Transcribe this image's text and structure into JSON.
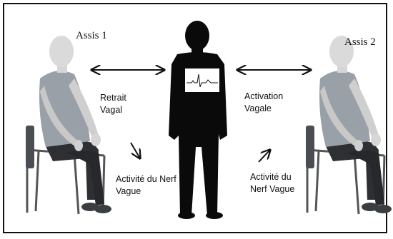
{
  "labels": {
    "sit1": "Assis 1",
    "sit2": "Assis 2",
    "withdrawal_line1": "Retrait",
    "withdrawal_line2": "Vagal",
    "activation_line1": "Activation",
    "activation_line2": "Vagale",
    "vagus_left_line1": "Activité du Nerf",
    "vagus_left_line2": "Vague",
    "vagus_right_line1": "Activité du",
    "vagus_right_line2": "Nerf Vague"
  },
  "icons": {
    "seated_left": "seated-mannequin-icon",
    "seated_right": "seated-mannequin-icon",
    "standing": "standing-silhouette-icon",
    "ecg": "ecg-trace-icon",
    "arrow_left_pair": "double-arrow-icon",
    "arrow_right_pair": "double-arrow-icon",
    "arrow_down": "arrow-down-right-icon",
    "arrow_up": "arrow-up-right-icon"
  },
  "colors": {
    "border": "#111111",
    "silhouette": "#0a0a0a",
    "shirt": "#9aa0a8",
    "pants": "#2d2f33",
    "skin": "#d6d6d6"
  }
}
